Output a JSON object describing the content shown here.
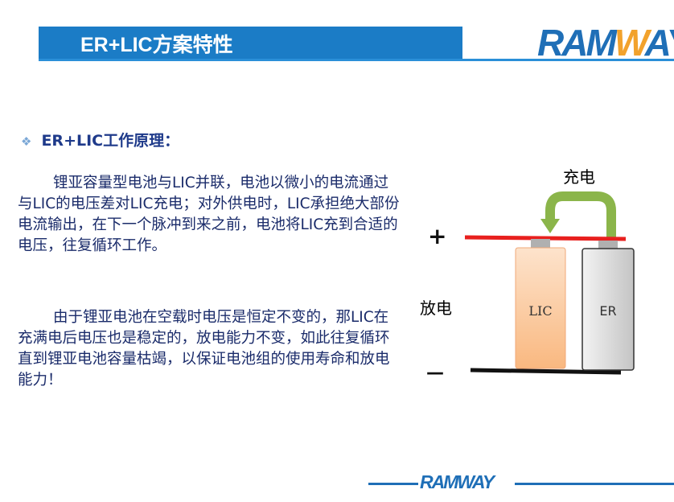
{
  "header": {
    "title": "ER+LIC方案特性",
    "logo": "RAMWAY"
  },
  "section": {
    "bullet_icon": "diamond-bullet",
    "heading": "ER+LIC工作原理："
  },
  "paragraphs": [
    "锂亚容量型电池与LIC并联，电池以微小的电流通过与LIC的电压差对LIC充电；对外供电时，LIC承担绝大部份电流输出，在下一个脉冲到来之前，电池将LIC充到合适的电压，往复循环工作。",
    "由于锂亚电池在空载时电压是恒定不变的，那LIC在充满电后电压也是稳定的，放电能力不变，如此往复循环直到锂亚电池容量枯竭，以保证电池组的使用寿命和放电能力！"
  ],
  "diagram": {
    "charge_label": "充电",
    "discharge_label": "放电",
    "plus": "+",
    "minus": "—",
    "cell_lic": "LIC",
    "cell_er": "ER"
  },
  "footer": {
    "logo": "RAMWAY"
  }
}
